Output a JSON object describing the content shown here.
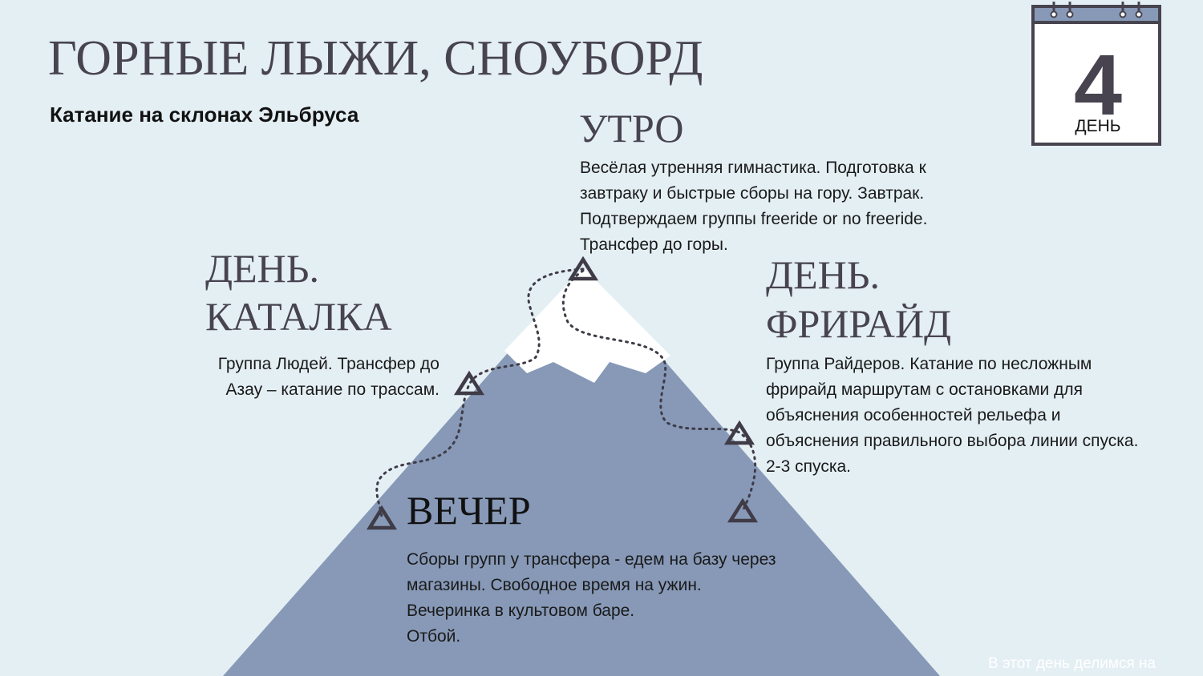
{
  "title": "ГОРНЫЕ ЛЫЖИ, СНОУБОРД",
  "subtitle": "Катание на склонах Эльбруса",
  "calendar": {
    "number": "4",
    "label": "ДЕНЬ"
  },
  "morning": {
    "heading": "УТРО",
    "lines": [
      "Весёлая утренняя гимнастика. Подготовка к",
      "завтраку и быстрые сборы на гору. Завтрак.",
      "Подтверждаем группы freeride or no freeride.",
      "Трансфер до горы."
    ]
  },
  "day_left": {
    "heading_1": "ДЕНЬ.",
    "heading_2": "КАТАЛКА",
    "lines": [
      "Группа Людей. Трансфер до",
      "Азау – катание по трассам."
    ]
  },
  "day_right": {
    "heading_1": "ДЕНЬ.",
    "heading_2": "ФРИРАЙД",
    "lines": [
      "Группа Райдеров. Катание по несложным",
      "фрирайд маршрутам с остановками для",
      "объяснения особенностей рельефа и",
      "объяснения правильного выбора линии спуска.",
      "2-3 спуска."
    ]
  },
  "evening": {
    "heading": "ВЕЧЕР",
    "lines": [
      "Сборы групп у трансфера - едем на базу через",
      "магазины. Свободное время на ужин.",
      "Вечеринка в культовом баре.",
      "Отбой."
    ]
  },
  "footer_note": "В этот день делимся на",
  "colors": {
    "background": "#e4eff4",
    "mountain": "#8799b7",
    "snow": "#ffffff",
    "marker": "#3f3b47",
    "heading": "#47444f"
  }
}
